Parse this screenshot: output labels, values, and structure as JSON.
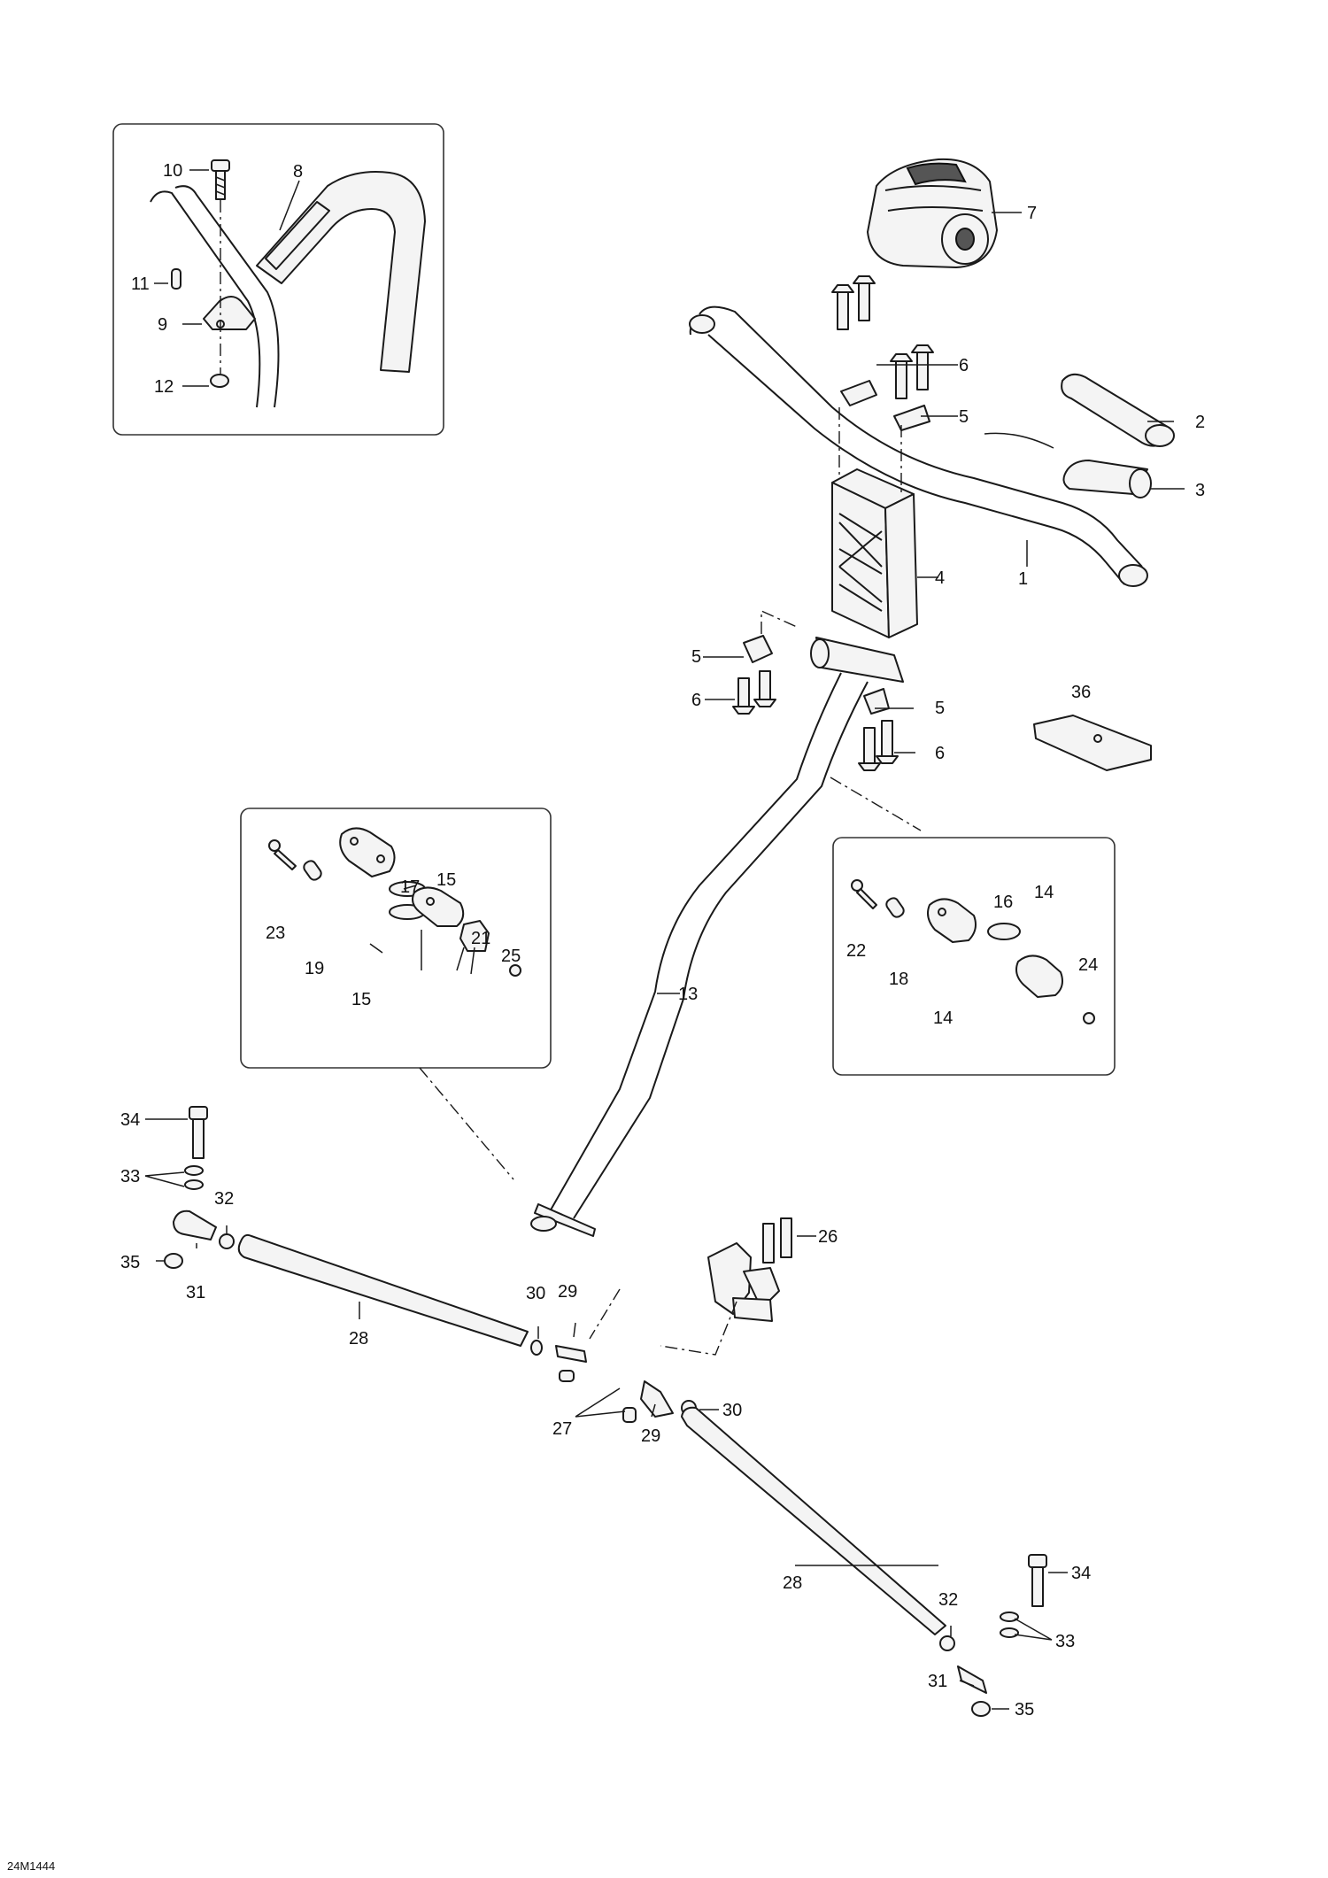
{
  "drawing_code": "24M1444",
  "callouts": [
    {
      "id": "c1",
      "label": "1"
    },
    {
      "id": "c2",
      "label": "2"
    },
    {
      "id": "c3",
      "label": "3"
    },
    {
      "id": "c4",
      "label": "4"
    },
    {
      "id": "c5a",
      "label": "5"
    },
    {
      "id": "c5b",
      "label": "5"
    },
    {
      "id": "c5c",
      "label": "5"
    },
    {
      "id": "c6a",
      "label": "6"
    },
    {
      "id": "c6b",
      "label": "6"
    },
    {
      "id": "c6c",
      "label": "6"
    },
    {
      "id": "c7",
      "label": "7"
    },
    {
      "id": "c8",
      "label": "8"
    },
    {
      "id": "c9",
      "label": "9"
    },
    {
      "id": "c10",
      "label": "10"
    },
    {
      "id": "c11",
      "label": "11"
    },
    {
      "id": "c12",
      "label": "12"
    },
    {
      "id": "c13",
      "label": "13"
    },
    {
      "id": "c14a",
      "label": "14"
    },
    {
      "id": "c14b",
      "label": "14"
    },
    {
      "id": "c15a",
      "label": "15"
    },
    {
      "id": "c15b",
      "label": "15"
    },
    {
      "id": "c16",
      "label": "16"
    },
    {
      "id": "c17",
      "label": "17"
    },
    {
      "id": "c18",
      "label": "18"
    },
    {
      "id": "c19",
      "label": "19"
    },
    {
      "id": "c21",
      "label": "21"
    },
    {
      "id": "c22",
      "label": "22"
    },
    {
      "id": "c23",
      "label": "23"
    },
    {
      "id": "c24",
      "label": "24"
    },
    {
      "id": "c25",
      "label": "25"
    },
    {
      "id": "c26",
      "label": "26"
    },
    {
      "id": "c27",
      "label": "27"
    },
    {
      "id": "c28a",
      "label": "28"
    },
    {
      "id": "c28b",
      "label": "28"
    },
    {
      "id": "c29a",
      "label": "29"
    },
    {
      "id": "c29b",
      "label": "29"
    },
    {
      "id": "c30a",
      "label": "30"
    },
    {
      "id": "c30b",
      "label": "30"
    },
    {
      "id": "c31a",
      "label": "31"
    },
    {
      "id": "c31b",
      "label": "31"
    },
    {
      "id": "c32a",
      "label": "32"
    },
    {
      "id": "c32b",
      "label": "32"
    },
    {
      "id": "c33a",
      "label": "33"
    },
    {
      "id": "c33b",
      "label": "33"
    },
    {
      "id": "c34a",
      "label": "34"
    },
    {
      "id": "c34b",
      "label": "34"
    },
    {
      "id": "c35a",
      "label": "35"
    },
    {
      "id": "c35b",
      "label": "35"
    },
    {
      "id": "c36",
      "label": "36"
    }
  ]
}
